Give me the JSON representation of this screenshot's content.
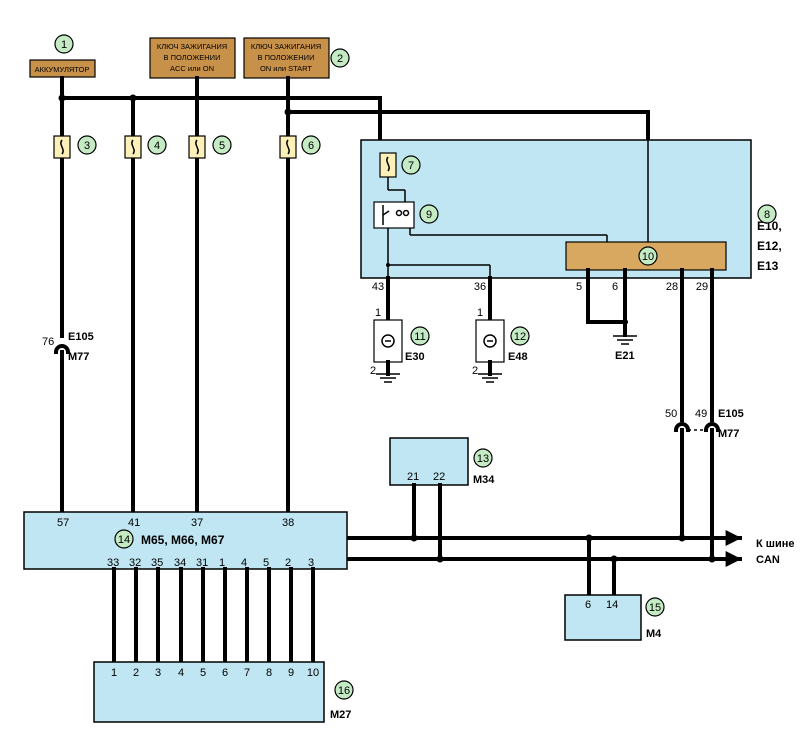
{
  "callouts": [
    "1",
    "2",
    "3",
    "4",
    "5",
    "6",
    "7",
    "8",
    "9",
    "10",
    "11",
    "12",
    "13",
    "14",
    "15",
    "16"
  ],
  "sources": {
    "battery": "АККУМУЛЯТОР",
    "ign_acc": [
      "КЛЮЧ ЗАЖИГАНИЯ",
      "В ПОЛОЖЕНИИ",
      "ACC или ON"
    ],
    "ign_on": [
      "КЛЮЧ ЗАЖИГАНИЯ",
      "В ПОЛОЖЕНИИ",
      "ON или START"
    ]
  },
  "unit8": {
    "codes": [
      "E10,",
      "E12,",
      "E13"
    ],
    "pins": [
      "43",
      "36",
      "5",
      "6",
      "28",
      "29"
    ]
  },
  "lamps": {
    "e30": {
      "pin_top": "1",
      "pin_bottom": "2",
      "code": "E30"
    },
    "e48": {
      "pin_top": "1",
      "pin_bottom": "2",
      "code": "E48"
    }
  },
  "ground_e21": "E21",
  "connector_left": {
    "pin": "76",
    "top": "E105",
    "bottom": "M77"
  },
  "connector_right": {
    "pin_a": "50",
    "pin_b": "49",
    "top": "E105",
    "bottom": "M77"
  },
  "unit13": {
    "pins": [
      "21",
      "22"
    ],
    "code": "M34"
  },
  "unit14": {
    "top_pins": [
      "57",
      "41",
      "37",
      "38"
    ],
    "codes": "M65, M66, M67",
    "bottom_pins": [
      "33",
      "32",
      "35",
      "34",
      "31",
      "1",
      "4",
      "5",
      "2",
      "3"
    ]
  },
  "unit15": {
    "pins": [
      "6",
      "14"
    ],
    "code": "M4"
  },
  "unit16": {
    "pins": [
      "1",
      "2",
      "3",
      "4",
      "5",
      "6",
      "7",
      "8",
      "9",
      "10"
    ],
    "code": "M27"
  },
  "can_bus": [
    "К шине",
    "CAN"
  ]
}
